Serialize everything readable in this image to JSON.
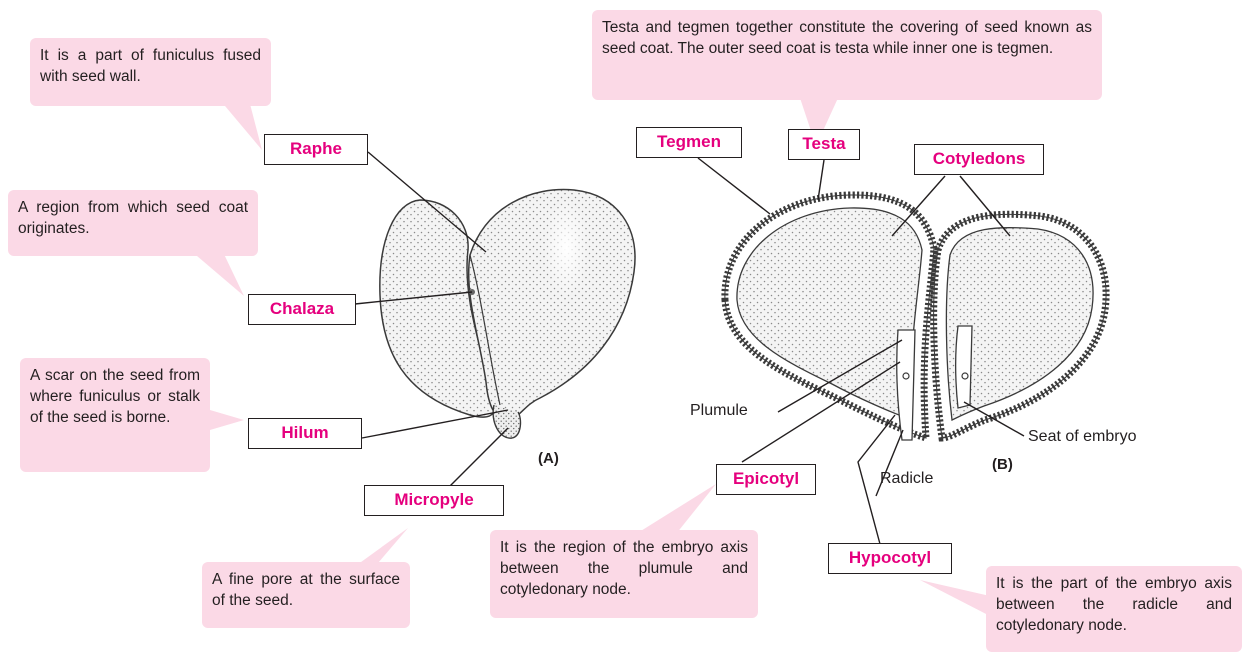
{
  "callouts": {
    "raphe": "It is a part of funiculus fused with seed wall.",
    "chalaza": "A region from which seed coat originates.",
    "hilum": "A scar on the seed from where funiculus or stalk of the seed is borne.",
    "micropyle": "A fine pore at the surface of the seed.",
    "testa_tegmen": "Testa and tegmen together constitute the covering of seed known as seed coat. The outer seed coat is testa while inner one is tegmen.",
    "epicotyl": "It is the region of the embryo axis between the plumule and cotyledonary node.",
    "hypocotyl": "It is the part of the embryo axis between the radicle and cotyledonary node."
  },
  "labels": {
    "raphe": "Raphe",
    "chalaza": "Chalaza",
    "hilum": "Hilum",
    "micropyle": "Micropyle",
    "tegmen": "Tegmen",
    "testa": "Testa",
    "cotyledons": "Cotyledons",
    "epicotyl": "Epicotyl",
    "hypocotyl": "Hypocotyl"
  },
  "plain_labels": {
    "plumule": "Plumule",
    "radicle": "Radicle",
    "seat_of_embryo": "Seat of embryo"
  },
  "figure_labels": {
    "a": "(A)",
    "b": "(B)"
  },
  "colors": {
    "label_text": "#e5007e",
    "callout_bg": "#fbd9e6",
    "ink": "#231f20"
  }
}
